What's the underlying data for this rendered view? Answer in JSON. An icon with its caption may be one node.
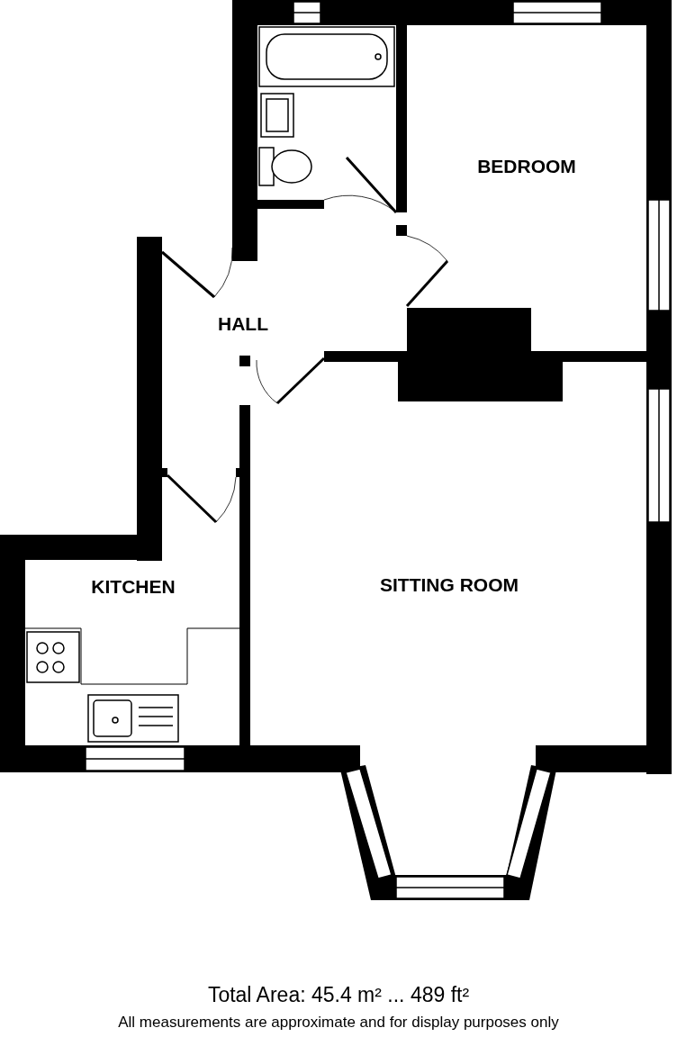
{
  "diagram": {
    "nodes": [
      {
        "text": [
          "BEDROOM"
        ]
      },
      {
        "text": [
          "HALL"
        ]
      },
      {
        "text": [
          "KITCHEN"
        ]
      },
      {
        "text": [
          "SITTING ROOM"
        ]
      }
    ],
    "labels": [
      "Total Area: 45.4 m² ... 489 ft²",
      "All measurements are approximate and for display purposes only"
    ]
  }
}
